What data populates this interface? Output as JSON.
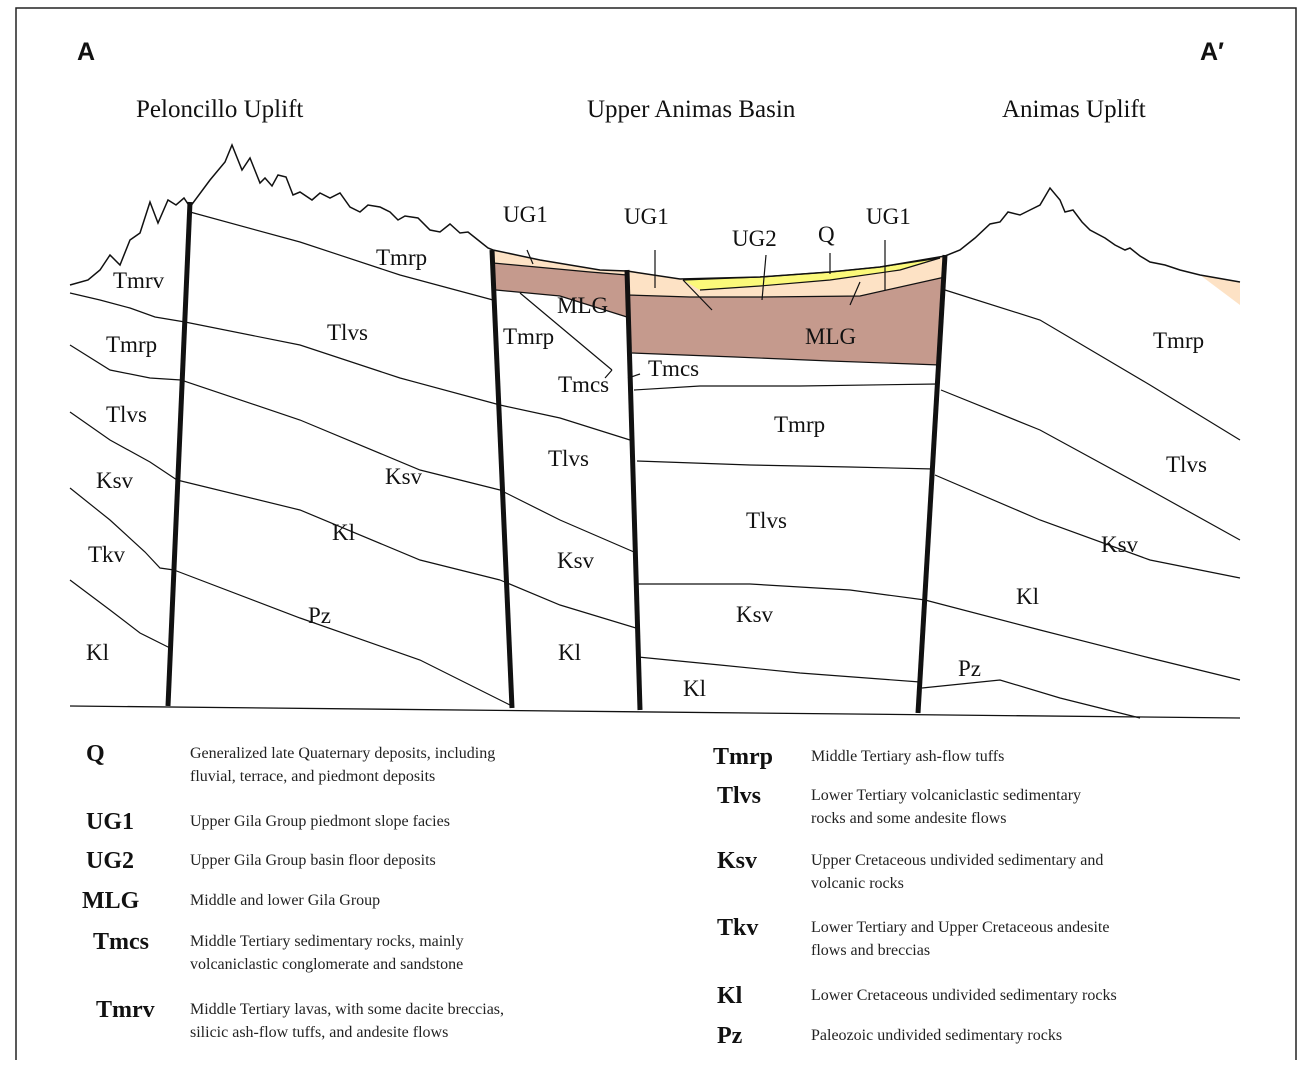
{
  "section": {
    "start_label": "A",
    "end_label": "A′",
    "regions": [
      "Peloncillo Uplift",
      "Upper Animas Basin",
      "Animas Uplift"
    ]
  },
  "units": {
    "left_tmrv": "Tmrv",
    "left_tmrp": "Tmrp",
    "left_tlvs": "Tlvs",
    "left_ksv": "Ksv",
    "left_tkv": "Tkv",
    "left_kl": "Kl",
    "b1_tmrp": "Tmrp",
    "b1_tlvs": "Tlvs",
    "b1_ksv": "Ksv",
    "b1_kl": "Kl",
    "b1_pz": "Pz",
    "b2_ug1": "UG1",
    "b2_mlg": "MLG",
    "b2_tmrp": "Tmrp",
    "b2_tmcs": "Tmcs",
    "b2_tlvs": "Tlvs",
    "b2_ksv": "Ksv",
    "b2_kl": "Kl",
    "b3_ug1_left": "UG1",
    "b3_ug2": "UG2",
    "b3_q": "Q",
    "b3_ug1_right": "UG1",
    "b3_mlg": "MLG",
    "b3_tmcs": "Tmcs",
    "b3_tmrp": "Tmrp",
    "b3_tlvs": "Tlvs",
    "b3_ksv": "Ksv",
    "b3_kl": "Kl",
    "right_tmrp": "Tmrp",
    "right_tlvs": "Tlvs",
    "right_ksv": "Ksv",
    "right_kl": "Kl",
    "right_pz": "Pz"
  },
  "colors": {
    "Q": "#fbf97a",
    "UG1": "#fde2c5",
    "UG2": "#fde2c5",
    "MLG": "#c59a8d",
    "bedrock": "#ffffff"
  },
  "legend": [
    {
      "code": "Q",
      "desc": [
        "Generalized late Quaternary deposits, including",
        "fluvial, terrace, and piedmont deposits"
      ]
    },
    {
      "code": "UG1",
      "desc": [
        "Upper Gila Group piedmont slope facies"
      ]
    },
    {
      "code": "UG2",
      "desc": [
        "Upper Gila Group basin floor deposits"
      ]
    },
    {
      "code": "MLG",
      "desc": [
        "Middle and lower Gila Group"
      ]
    },
    {
      "code": "Tmcs",
      "desc": [
        "Middle Tertiary sedimentary rocks, mainly",
        "volcaniclastic conglomerate and sandstone"
      ]
    },
    {
      "code": "Tmrv",
      "desc": [
        "Middle Tertiary lavas, with some dacite breccias,",
        "silicic ash-flow tuffs, and andesite flows"
      ]
    },
    {
      "code": "Tmrp",
      "desc": [
        "Middle Tertiary ash-flow tuffs"
      ]
    },
    {
      "code": "Tlvs",
      "desc": [
        "Lower Tertiary volcaniclastic sedimentary",
        "rocks and some andesite flows"
      ]
    },
    {
      "code": "Ksv",
      "desc": [
        "Upper Cretaceous undivided sedimentary and",
        "volcanic rocks"
      ]
    },
    {
      "code": "Tkv",
      "desc": [
        "Lower Tertiary and Upper Cretaceous andesite",
        "flows and breccias"
      ]
    },
    {
      "code": "Kl",
      "desc": [
        "Lower Cretaceous undivided sedimentary rocks"
      ]
    },
    {
      "code": "Pz",
      "desc": [
        "Paleozoic undivided sedimentary rocks"
      ]
    }
  ]
}
